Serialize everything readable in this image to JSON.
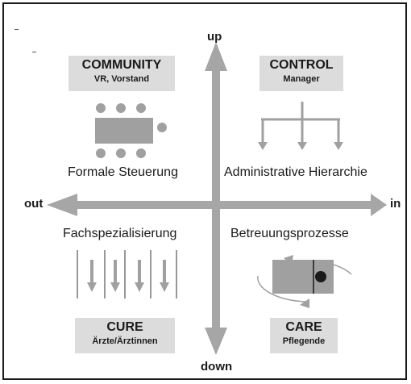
{
  "axes": {
    "up": "up",
    "down": "down",
    "left": "out",
    "right": "in"
  },
  "quadrants": {
    "community": {
      "title": "COMMUNITY",
      "subtitle": "VR, Vorstand",
      "caption": "Formale Steuerung"
    },
    "control": {
      "title": "CONTROL",
      "subtitle": "Manager",
      "caption": "Administrative Hierarchie"
    },
    "cure": {
      "title": "CURE",
      "subtitle": "Ärzte/Ärztinnen",
      "caption": "Fachspezialisierung"
    },
    "care": {
      "title": "CARE",
      "subtitle": "Pflegende",
      "caption": "Betreuungsprozesse"
    }
  },
  "colors": {
    "arrow": "#a6a6a6",
    "box": "#dcdcdc",
    "icon": "#a0a0a0",
    "dot": "#1a1a1a",
    "frame": "#1a1a1a"
  }
}
